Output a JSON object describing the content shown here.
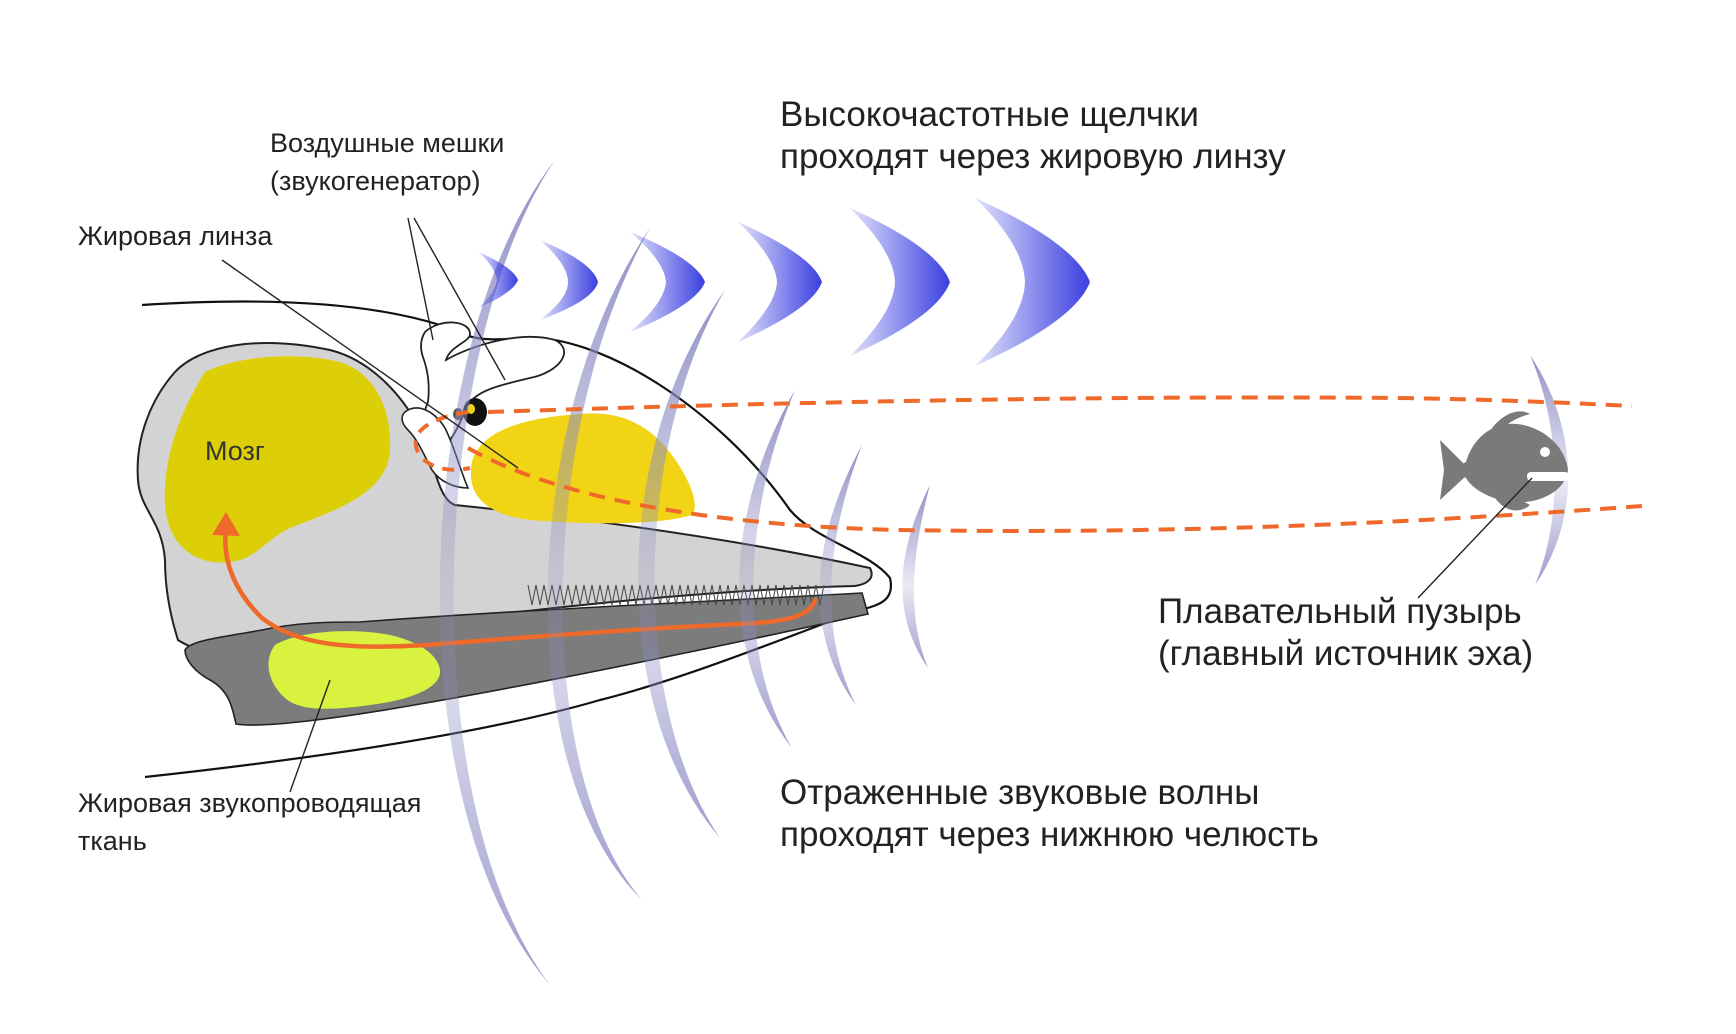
{
  "labels": {
    "air_sacs_line1": "Воздушные мешки",
    "air_sacs_line2": "(звукогенератор)",
    "melon": "Жировая линза",
    "brain": "Мозг",
    "jaw_fat_line1": "Жировая звукопроводящая",
    "jaw_fat_line2": "ткань",
    "clicks_line1": "Высокочастотные щелчки",
    "clicks_line2": "проходят через жировую линзу",
    "swim_bladder_line1": "Плавательный пузырь",
    "swim_bladder_line2": "(главный источник эха)",
    "reflected_line1": "Отраженные звуковые волны",
    "reflected_line2": "проходят через нижнюю челюсть"
  },
  "colors": {
    "skull": "#d3d3d3",
    "lower_jaw": "#7c7c7c",
    "brain": "#dccf08",
    "melon": "#f1d415",
    "jaw_fat": "#d8f23f",
    "click_waves": "#3a3fe0",
    "echo_waves": "#8c8cc4",
    "beam": "#ef6a2a",
    "fish": "#7a7a7a"
  },
  "icons": {
    "fish": "fish-icon",
    "brain": "brain-shape",
    "melon": "melon-shape"
  }
}
